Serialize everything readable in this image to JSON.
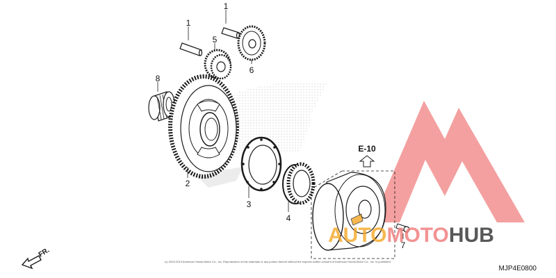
{
  "diagram": {
    "callouts": [
      "1",
      "1",
      "5",
      "6",
      "8",
      "2",
      "3",
      "4",
      "7"
    ],
    "reference": "E-10",
    "direction": "FR.",
    "diagram_code": "MJP4E0800",
    "copyright": "(c) 2003-2019 American Honda Motor Co., Inc. Reproduction of this materials or any portion thereof without the express written consent of American Honda Motor Co., Inc. is prohibited.",
    "watermark": {
      "part1": "AUTO",
      "part2": "MOTO",
      "part3": "HUB"
    },
    "colors": {
      "line": "#1a1a1a",
      "watermark_red": "#f08080",
      "watermark_orange": "#f5a623",
      "watermark_gray": "#3a3a3a"
    }
  }
}
